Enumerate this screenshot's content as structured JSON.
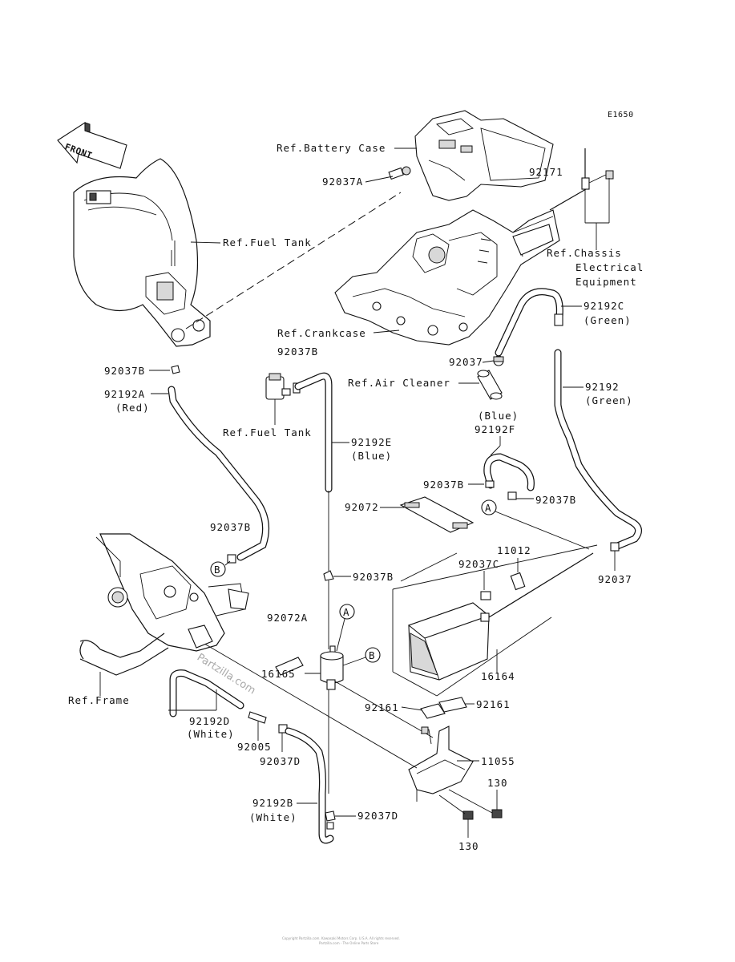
{
  "diagram_code": "E1650",
  "front_label": "FRONT",
  "labels": {
    "ref_battery_case": "Ref.Battery Case",
    "p92037A": "92037A",
    "p92171": "92171",
    "ref_fuel_tank_top": "Ref.Fuel Tank",
    "ref_chassis_1": "Ref.Chassis",
    "ref_chassis_2": "Electrical",
    "ref_chassis_3": "Equipment",
    "p92192C": "92192C",
    "p92192C_color": "(Green)",
    "ref_crankcase": "Ref.Crankcase",
    "p92037B_top": "92037B",
    "p92037_air": "92037",
    "ref_air_cleaner": "Ref.Air Cleaner",
    "p92192": "92192",
    "p92192_color": "(Green)",
    "p92037B_left": "92037B",
    "p92192A": "92192A",
    "p92192A_color": "(Red)",
    "ref_fuel_tank_mid": "Ref.Fuel Tank",
    "p92192E": "92192E",
    "p92192E_color": "(Blue)",
    "p92192F_color": "(Blue)",
    "p92192F": "92192F",
    "p92037B_f_left": "92037B",
    "p92037B_f_right": "92037B",
    "p92072": "92072",
    "p92037B_hose": "92037B",
    "p11012": "11012",
    "p92037C": "92037C",
    "p92037_right": "92037",
    "p92037B_mid": "92037B",
    "p92072A": "92072A",
    "p16165": "16165",
    "p16164": "16164",
    "p92161_left": "92161",
    "p92161_right": "92161",
    "ref_frame": "Ref.Frame",
    "p92192D": "92192D",
    "p92192D_color": "(White)",
    "p92005": "92005",
    "p92037D_left": "92037D",
    "p11055": "11055",
    "p130_top": "130",
    "p92192B": "92192B",
    "p92192B_color": "(White)",
    "p92037D_bottom": "92037D",
    "p130_bottom": "130"
  },
  "markers": {
    "a_upper": "A",
    "a_lower": "A",
    "b_left": "B",
    "b_right": "B"
  },
  "watermark": "Partzilla.com",
  "footer_line1": "Copyright Partzilla.com. Kawasaki Motors Corp. U.S.A. All rights reserved.",
  "footer_line2": "Partzilla.com - The Online Parts Store"
}
